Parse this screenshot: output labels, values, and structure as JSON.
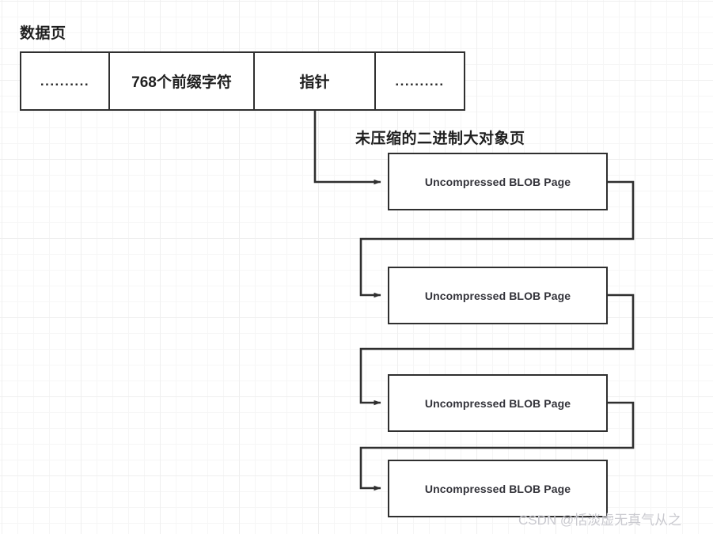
{
  "diagram": {
    "data_page": {
      "title": "数据页",
      "cells": [
        {
          "label": "..........",
          "kind": "ellipsis"
        },
        {
          "label": "768个前缀字符",
          "kind": "text"
        },
        {
          "label": "指针",
          "kind": "text"
        },
        {
          "label": "..........",
          "kind": "ellipsis"
        }
      ]
    },
    "blob_section": {
      "title": "未压缩的二进制大对象页",
      "pages": [
        {
          "label": "Uncompressed BLOB Page"
        },
        {
          "label": "Uncompressed BLOB Page"
        },
        {
          "label": "Uncompressed BLOB Page"
        },
        {
          "label": "Uncompressed BLOB Page"
        }
      ]
    },
    "watermark": "CSDN @恬淡虚无真气从之",
    "colors": {
      "stroke": "#2f2f2f",
      "text": "#1f1f1f",
      "box_text": "#33333a",
      "grid_minor": "#f6f6f6",
      "grid_major": "#efefef",
      "background": "#ffffff",
      "watermark": "#c9c9cf"
    }
  }
}
